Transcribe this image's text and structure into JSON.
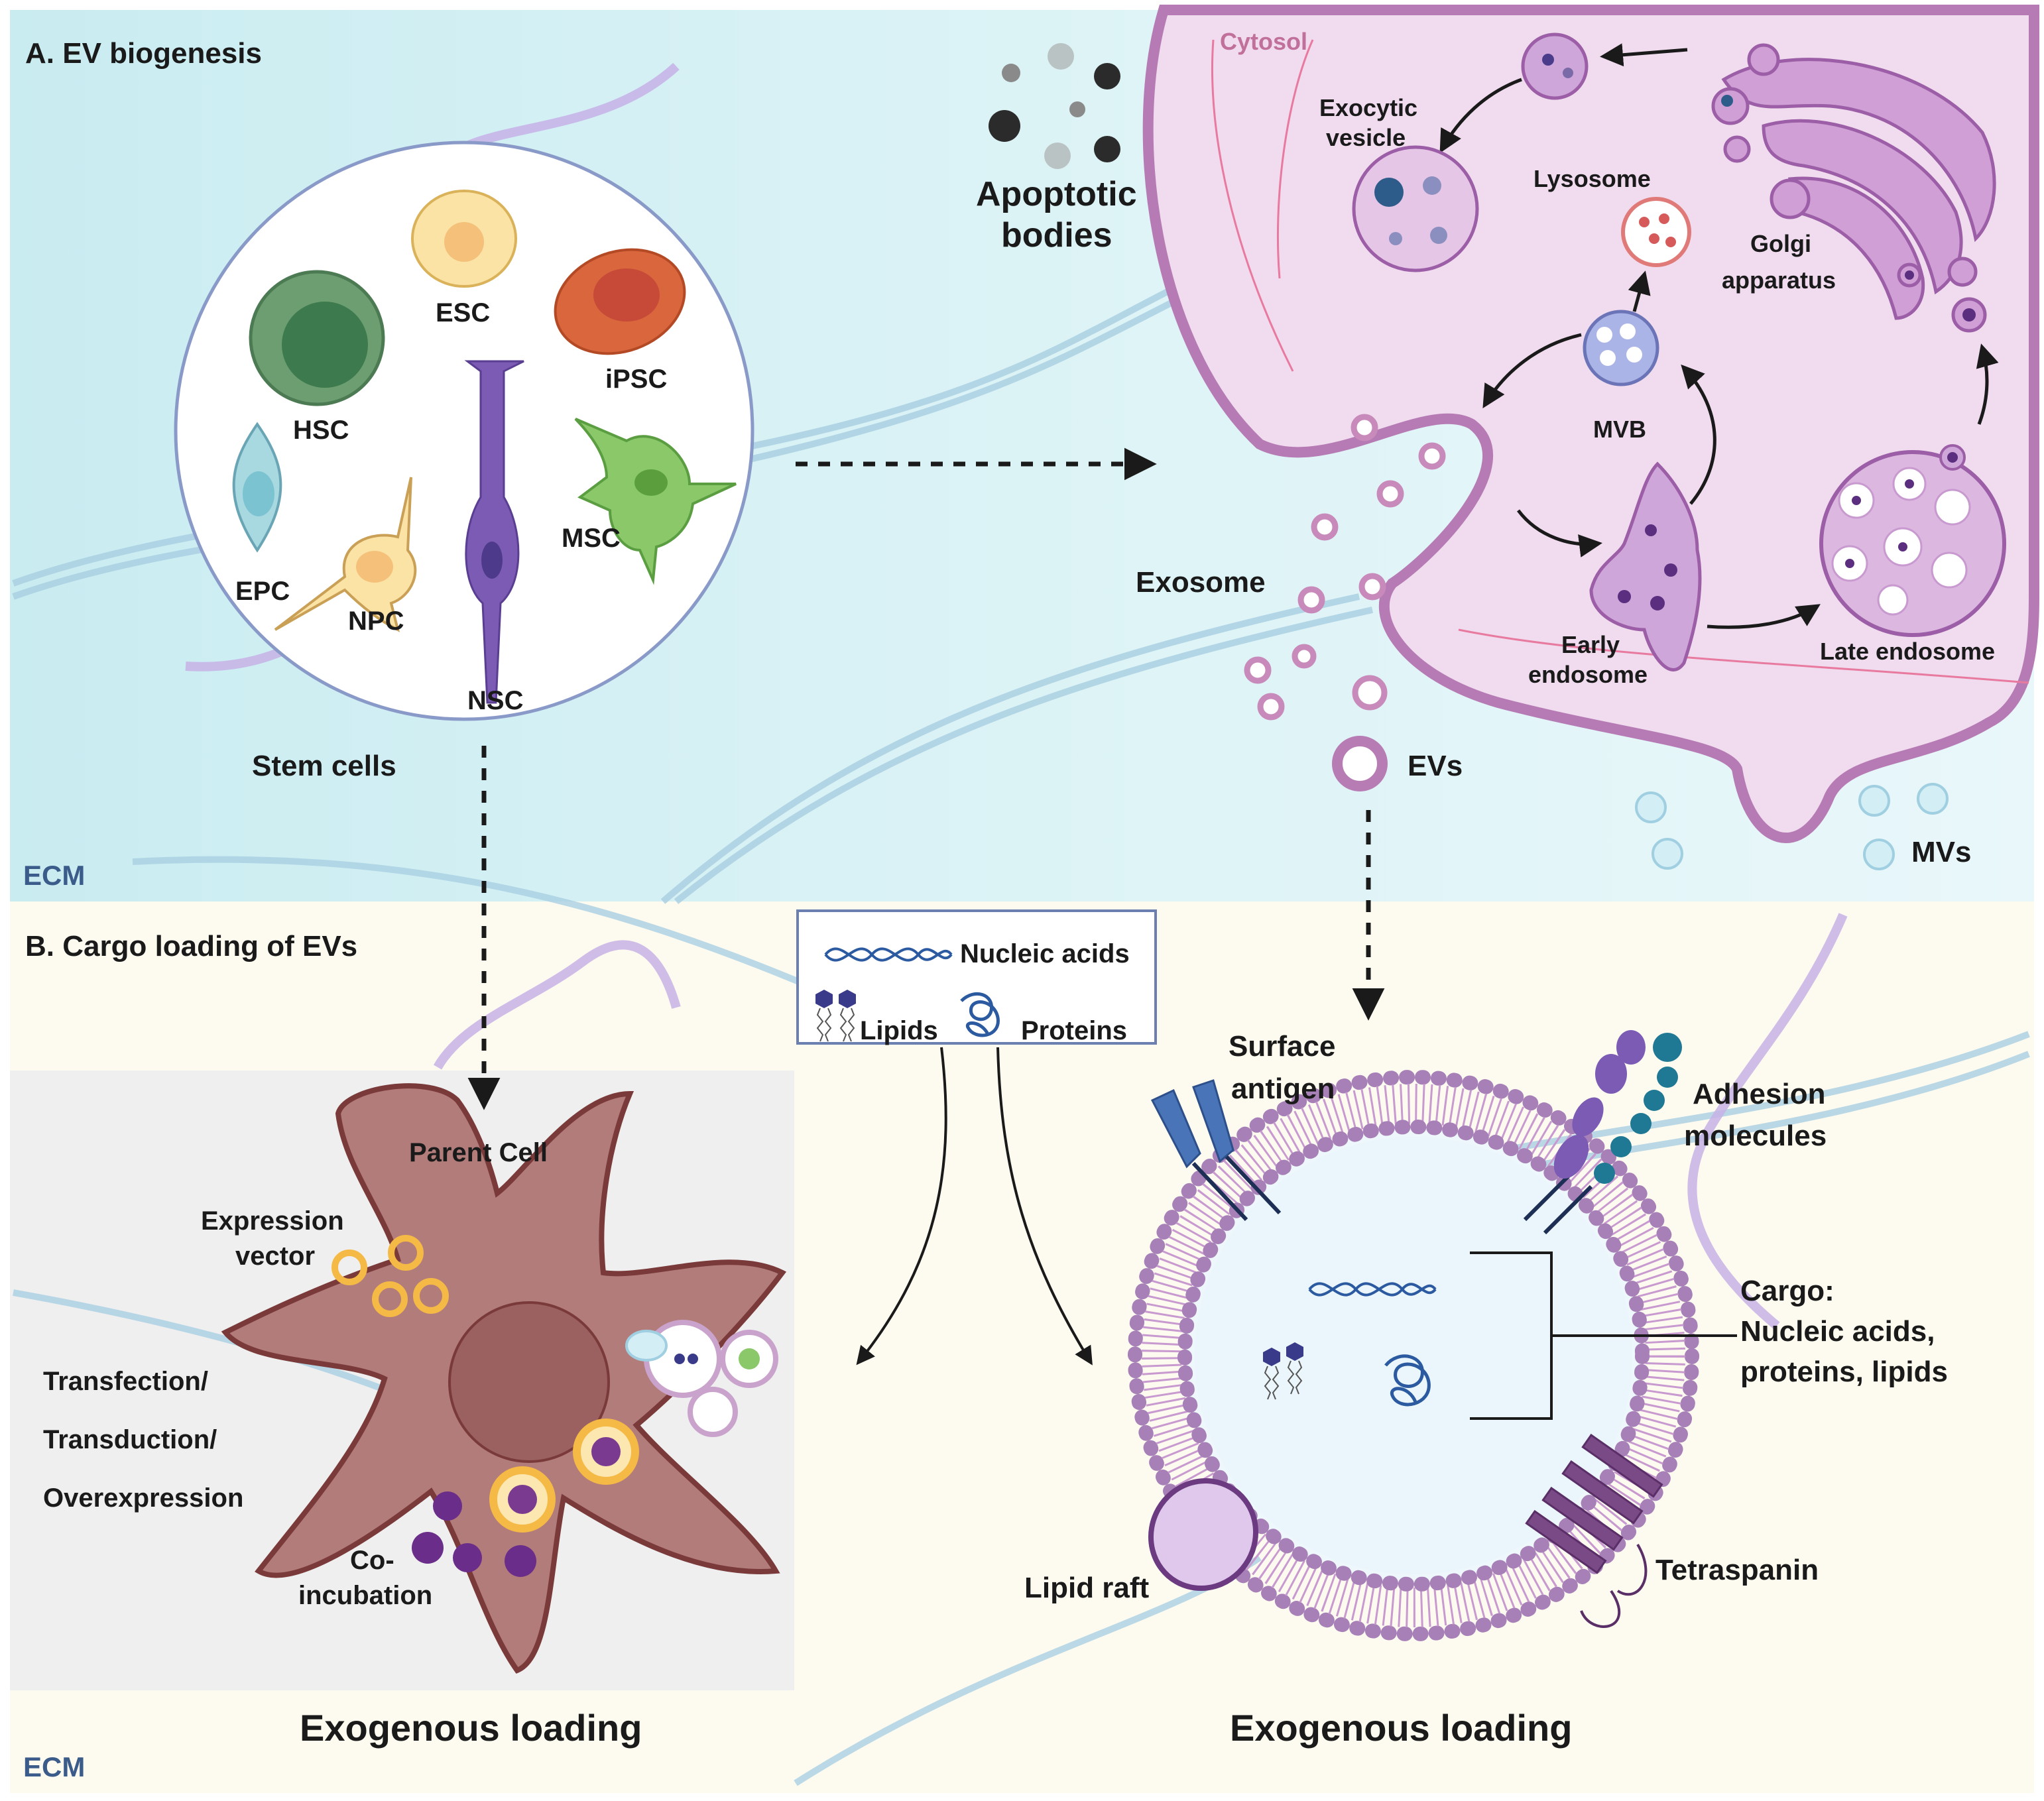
{
  "panel_a": {
    "title": "A. EV biogenesis",
    "ecm_label": "ECM",
    "stem_cells": {
      "title": "Stem cells",
      "types": [
        "ESC",
        "HSC",
        "iPSC",
        "EPC",
        "NPC",
        "NSC",
        "MSC"
      ]
    },
    "apoptotic_bodies": [
      "Apoptotic",
      "bodies"
    ],
    "cytosol": "Cytosol",
    "organelles": {
      "exocytic_vesicle": [
        "Exocytic",
        "vesicle"
      ],
      "lysosome": "Lysosome",
      "golgi": [
        "Golgi",
        "apparatus"
      ],
      "mvb": "MVB",
      "early_endosome": [
        "Early",
        "endosome"
      ],
      "late_endosome": "Late endosome"
    },
    "exosome": "Exosome",
    "evs": "EVs",
    "mvs": "MVs"
  },
  "panel_b": {
    "title": "B. Cargo loading of EVs",
    "ecm_label": "ECM",
    "legend": {
      "nucleic_acids": "Nucleic acids",
      "lipids": "Lipids",
      "proteins": "Proteins"
    },
    "parent_cell": "Parent Cell",
    "expression_vector": [
      "Expression",
      "vector"
    ],
    "methods": [
      "Transfection/",
      "Transduction/",
      "Overexpression"
    ],
    "coincubation": [
      "Co-",
      "incubation"
    ],
    "left_footer": "Exogenous loading",
    "ev_labels": {
      "surface_antigen": [
        "Surface",
        "antigen"
      ],
      "adhesion_molecules": [
        "Adhesion",
        "molecules"
      ],
      "cargo": [
        "Cargo:",
        "Nucleic acids,",
        "proteins, lipids"
      ],
      "lipid_raft": "Lipid raft",
      "tetraspanin": "Tetraspanin"
    },
    "right_footer": "Exogenous loading"
  }
}
